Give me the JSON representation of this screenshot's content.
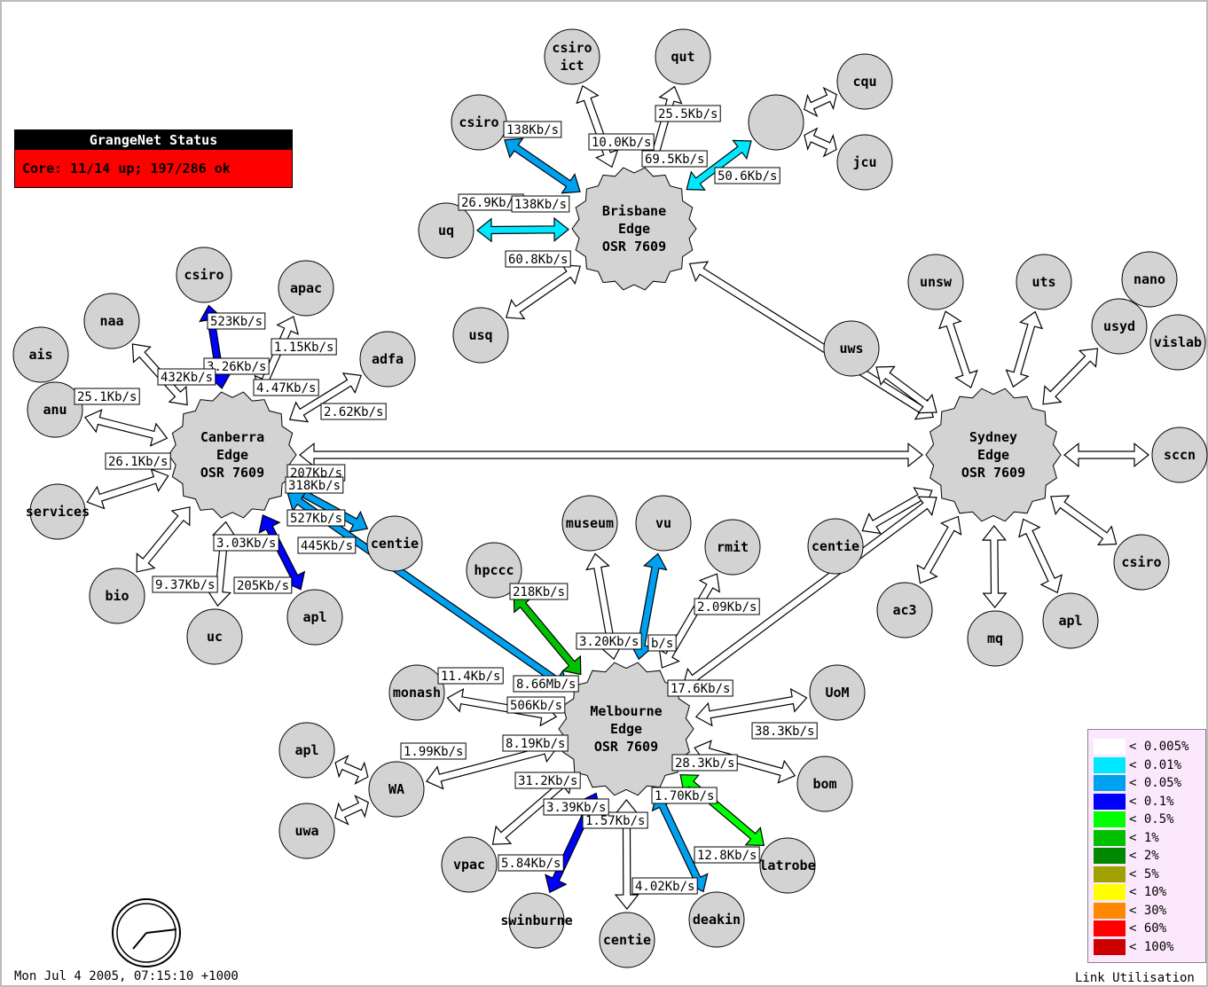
{
  "status": {
    "title": "GrangeNet Status",
    "text": "Core: 11/14 up; 197/286 ok",
    "color": "#ff0000"
  },
  "timestamp": "Mon Jul  4 2005, 07:15:10 +1000",
  "legend": {
    "title": "Link Utilisation",
    "items": [
      {
        "label": "< 0.005%",
        "color": "#ffffff"
      },
      {
        "label": "< 0.01%",
        "color": "#00e8ff"
      },
      {
        "label": "< 0.05%",
        "color": "#00a0f0"
      },
      {
        "label": "< 0.1%",
        "color": "#0000ff"
      },
      {
        "label": "< 0.5%",
        "color": "#00ff00"
      },
      {
        "label": "< 1%",
        "color": "#00c000"
      },
      {
        "label": "< 2%",
        "color": "#008800"
      },
      {
        "label": "< 5%",
        "color": "#a0a000"
      },
      {
        "label": "< 10%",
        "color": "#ffff00"
      },
      {
        "label": "< 30%",
        "color": "#ff8800"
      },
      {
        "label": "< 60%",
        "color": "#ff0000"
      },
      {
        "label": "< 100%",
        "color": "#cc0000"
      }
    ]
  },
  "nodes": [
    {
      "id": "brisbane",
      "label": [
        "Brisbane",
        "Edge",
        "OSR 7609"
      ],
      "size": "big"
    },
    {
      "id": "canberra",
      "label": [
        "Canberra",
        "Edge",
        "OSR 7609"
      ],
      "size": "big"
    },
    {
      "id": "sydney",
      "label": [
        "Sydney",
        "Edge",
        "OSR 7609"
      ],
      "size": "big"
    },
    {
      "id": "melbourne",
      "label": [
        "Melbourne",
        "Edge",
        "OSR 7609"
      ],
      "size": "big"
    },
    {
      "id": "b_csiro_ict",
      "label": [
        "csiro",
        "ict"
      ]
    },
    {
      "id": "b_qut",
      "label": [
        "qut"
      ]
    },
    {
      "id": "b_csiro",
      "label": [
        "csiro"
      ]
    },
    {
      "id": "b_hub",
      "label": [
        ""
      ]
    },
    {
      "id": "b_cqu",
      "label": [
        "cqu"
      ]
    },
    {
      "id": "b_jcu",
      "label": [
        "jcu"
      ]
    },
    {
      "id": "b_uq",
      "label": [
        "uq"
      ]
    },
    {
      "id": "b_usq",
      "label": [
        "usq"
      ]
    },
    {
      "id": "c_csiro",
      "label": [
        "csiro"
      ]
    },
    {
      "id": "c_apac",
      "label": [
        "apac"
      ]
    },
    {
      "id": "c_naa",
      "label": [
        "naa"
      ]
    },
    {
      "id": "c_ais",
      "label": [
        "ais"
      ]
    },
    {
      "id": "c_adfa",
      "label": [
        "adfa"
      ]
    },
    {
      "id": "c_anu",
      "label": [
        "anu"
      ]
    },
    {
      "id": "c_services",
      "label": [
        "services"
      ]
    },
    {
      "id": "c_bio",
      "label": [
        "bio"
      ]
    },
    {
      "id": "c_uc",
      "label": [
        "uc"
      ]
    },
    {
      "id": "c_apl",
      "label": [
        "apl"
      ]
    },
    {
      "id": "c_centie",
      "label": [
        "centie"
      ]
    },
    {
      "id": "s_unsw",
      "label": [
        "unsw"
      ]
    },
    {
      "id": "s_uts",
      "label": [
        "uts"
      ]
    },
    {
      "id": "s_nano",
      "label": [
        "nano"
      ]
    },
    {
      "id": "s_usyd",
      "label": [
        "usyd"
      ]
    },
    {
      "id": "s_vislab",
      "label": [
        "vislab"
      ]
    },
    {
      "id": "s_uws",
      "label": [
        "uws"
      ]
    },
    {
      "id": "s_sccn",
      "label": [
        "sccn"
      ]
    },
    {
      "id": "s_centie",
      "label": [
        "centie"
      ]
    },
    {
      "id": "s_csiro",
      "label": [
        "csiro"
      ]
    },
    {
      "id": "s_ac3",
      "label": [
        "ac3"
      ]
    },
    {
      "id": "s_mq",
      "label": [
        "mq"
      ]
    },
    {
      "id": "s_apl",
      "label": [
        "apl"
      ]
    },
    {
      "id": "m_museum",
      "label": [
        "museum"
      ]
    },
    {
      "id": "m_vu",
      "label": [
        "vu"
      ]
    },
    {
      "id": "m_rmit",
      "label": [
        "rmit"
      ]
    },
    {
      "id": "m_hpccc",
      "label": [
        "hpccc"
      ]
    },
    {
      "id": "m_monash",
      "label": [
        "monash"
      ]
    },
    {
      "id": "m_uom",
      "label": [
        "UoM"
      ]
    },
    {
      "id": "m_bom",
      "label": [
        "bom"
      ]
    },
    {
      "id": "m_latrobe",
      "label": [
        "latrobe"
      ]
    },
    {
      "id": "m_deakin",
      "label": [
        "deakin"
      ]
    },
    {
      "id": "m_centie",
      "label": [
        "centie"
      ]
    },
    {
      "id": "m_swinburne",
      "label": [
        "swinburne"
      ]
    },
    {
      "id": "m_vpac",
      "label": [
        "vpac"
      ]
    },
    {
      "id": "m_wa",
      "label": [
        "WA"
      ]
    },
    {
      "id": "m_apl",
      "label": [
        "apl"
      ]
    },
    {
      "id": "m_uwa",
      "label": [
        "uwa"
      ]
    }
  ],
  "links": [
    {
      "a": "brisbane",
      "b": "b_csiro",
      "color": "#00a0f0",
      "label": "138Kb/s"
    },
    {
      "a": "brisbane",
      "b": "b_csiro_ict",
      "color": "#ffffff",
      "label": "10.0Kb/s"
    },
    {
      "a": "brisbane",
      "b": "b_qut",
      "color": "#ffffff",
      "label": "25.5Kb/s"
    },
    {
      "a": "brisbane",
      "b": "b_hub",
      "color": "#00e8ff",
      "label": "69.5Kb/s",
      "label2": "50.6Kb/s"
    },
    {
      "a": "b_hub",
      "b": "b_cqu",
      "color": "#ffffff"
    },
    {
      "a": "b_hub",
      "b": "b_jcu",
      "color": "#ffffff"
    },
    {
      "a": "brisbane",
      "b": "b_uq",
      "color": "#00e8ff",
      "label": "26.9Kb/s",
      "label2": "138Kb/s"
    },
    {
      "a": "brisbane",
      "b": "b_usq",
      "color": "#ffffff",
      "label": "60.8Kb/s"
    },
    {
      "a": "brisbane",
      "b": "sydney",
      "color": "#ffffff"
    },
    {
      "a": "canberra",
      "b": "c_csiro",
      "color": "#0000ff",
      "label": "523Kb/s",
      "label2": "3.26Kb/s"
    },
    {
      "a": "canberra",
      "b": "c_apac",
      "color": "#ffffff",
      "label": "1.15Kb/s"
    },
    {
      "a": "canberra",
      "b": "c_naa",
      "color": "#ffffff",
      "label": "432Kb/s"
    },
    {
      "a": "canberra",
      "b": "c_adfa",
      "color": "#ffffff",
      "label": "4.47Kb/s",
      "label2": "2.62Kb/s"
    },
    {
      "a": "canberra",
      "b": "c_anu",
      "color": "#ffffff",
      "label": "25.1Kb/s"
    },
    {
      "a": "canberra",
      "b": "c_services",
      "color": "#ffffff",
      "label": "26.1Kb/s"
    },
    {
      "a": "canberra",
      "b": "c_bio",
      "color": "#ffffff",
      "label": "9.37Kb/s"
    },
    {
      "a": "canberra",
      "b": "c_uc",
      "color": "#ffffff",
      "label": "3.03Kb/s"
    },
    {
      "a": "canberra",
      "b": "c_apl",
      "color": "#0000ff",
      "label": "527Kb/s",
      "label2": "205Kb/s"
    },
    {
      "a": "canberra",
      "b": "c_centie",
      "color": "#00a0f0",
      "label": "207Kb/s",
      "label2": "318Kb/s"
    },
    {
      "a": "canberra",
      "b": "melbourne",
      "color": "#00a0f0",
      "label": "445Kb/s"
    },
    {
      "a": "canberra",
      "b": "sydney",
      "color": "#ffffff"
    },
    {
      "a": "sydney",
      "b": "s_unsw",
      "color": "#ffffff"
    },
    {
      "a": "sydney",
      "b": "s_uts",
      "color": "#ffffff"
    },
    {
      "a": "sydney",
      "b": "s_usyd",
      "color": "#ffffff"
    },
    {
      "a": "sydney",
      "b": "s_uws",
      "color": "#ffffff"
    },
    {
      "a": "sydney",
      "b": "s_sccn",
      "color": "#ffffff"
    },
    {
      "a": "sydney",
      "b": "s_centie",
      "color": "#ffffff"
    },
    {
      "a": "sydney",
      "b": "s_csiro",
      "color": "#ffffff"
    },
    {
      "a": "sydney",
      "b": "s_ac3",
      "color": "#ffffff"
    },
    {
      "a": "sydney",
      "b": "s_mq",
      "color": "#ffffff"
    },
    {
      "a": "sydney",
      "b": "s_apl",
      "color": "#ffffff"
    },
    {
      "a": "sydney",
      "b": "melbourne",
      "color": "#ffffff"
    },
    {
      "a": "melbourne",
      "b": "m_museum",
      "color": "#ffffff",
      "label": "3.20Kb/s"
    },
    {
      "a": "melbourne",
      "b": "m_vu",
      "color": "#00a0f0",
      "label": "b/s"
    },
    {
      "a": "melbourne",
      "b": "m_rmit",
      "color": "#ffffff",
      "label": "2.09Kb/s"
    },
    {
      "a": "melbourne",
      "b": "m_hpccc",
      "color": "#00c000",
      "label": "218Kb/s",
      "label2": "8.66Mb/s"
    },
    {
      "a": "melbourne",
      "b": "m_monash",
      "color": "#ffffff",
      "label": "11.4Kb/s",
      "label2": "506Kb/s"
    },
    {
      "a": "melbourne",
      "b": "m_uom",
      "color": "#ffffff",
      "label": "17.6Kb/s",
      "label2": "38.3Kb/s"
    },
    {
      "a": "melbourne",
      "b": "m_bom",
      "color": "#ffffff",
      "label": "28.3Kb/s"
    },
    {
      "a": "melbourne",
      "b": "m_latrobe",
      "color": "#00ff00",
      "label": "12.8Kb/s"
    },
    {
      "a": "melbourne",
      "b": "m_deakin",
      "color": "#00a0f0",
      "label": "1.70Kb/s",
      "label2": "4.02Kb/s"
    },
    {
      "a": "melbourne",
      "b": "m_centie",
      "color": "#ffffff",
      "label": "1.57Kb/s"
    },
    {
      "a": "melbourne",
      "b": "m_swinburne",
      "color": "#0000ff",
      "label": "3.39Kb/s",
      "label2": "5.84Kb/s"
    },
    {
      "a": "melbourne",
      "b": "m_vpac",
      "color": "#ffffff",
      "label": "31.2Kb/s"
    },
    {
      "a": "melbourne",
      "b": "m_wa",
      "color": "#ffffff",
      "label": "8.19Kb/s",
      "label2": "1.99Kb/s"
    },
    {
      "a": "m_wa",
      "b": "m_apl",
      "color": "#ffffff"
    },
    {
      "a": "m_wa",
      "b": "m_uwa",
      "color": "#ffffff"
    }
  ]
}
